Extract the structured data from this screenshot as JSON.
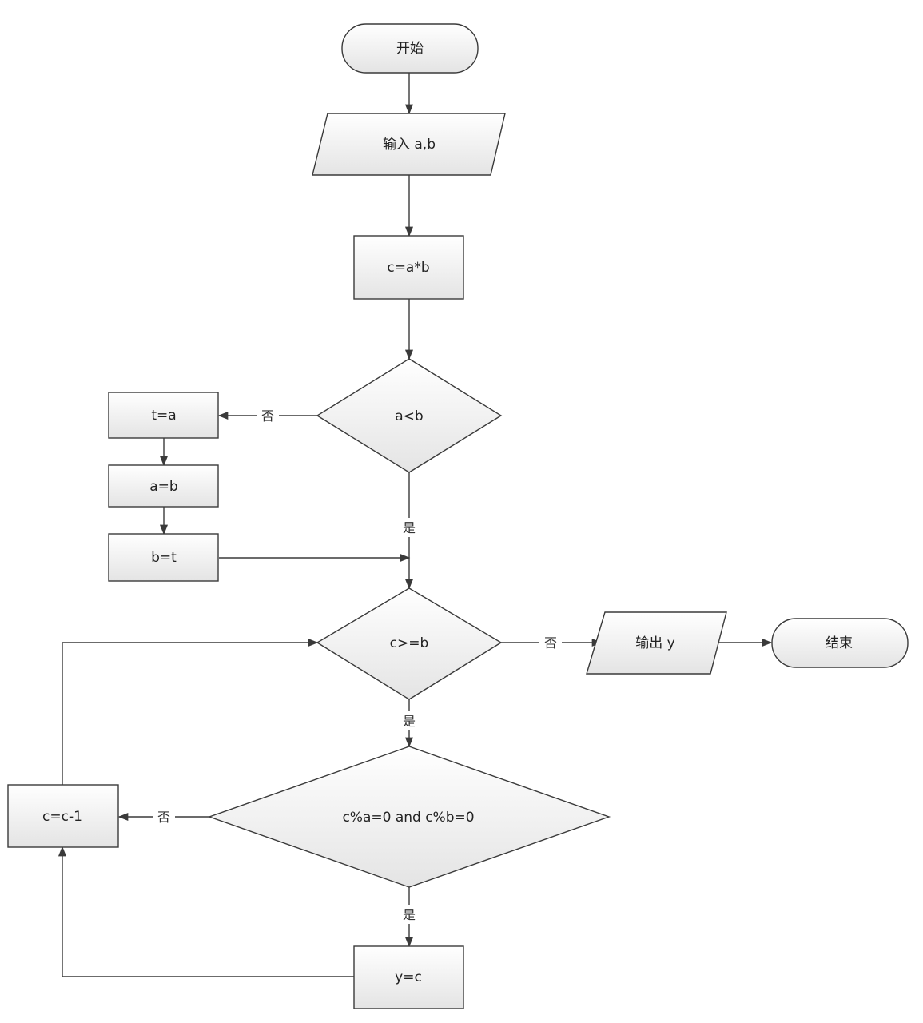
{
  "diagram": {
    "nodes": {
      "start": "开始",
      "input": "输入 a,b",
      "calc_c": "c=a*b",
      "cond_a_lt_b": "a<b",
      "assign_t": "t=a",
      "assign_a": "a=b",
      "assign_b": "b=t",
      "cond_c_ge_b": "c>=b",
      "output": "输出 y",
      "end": "结束",
      "cond_mod": "c%a=0 and c%b=0",
      "decrement_c": "c=c-1",
      "assign_y": "y=c"
    },
    "edges": {
      "a_lt_b_no": "否",
      "a_lt_b_yes": "是",
      "c_ge_b_no": "否",
      "c_ge_b_yes": "是",
      "mod_no": "否",
      "mod_yes": "是"
    }
  },
  "colors": {
    "stroke": "#3a3a3a",
    "fill_light": "#ffffff",
    "fill_dark": "#e4e4e4"
  }
}
